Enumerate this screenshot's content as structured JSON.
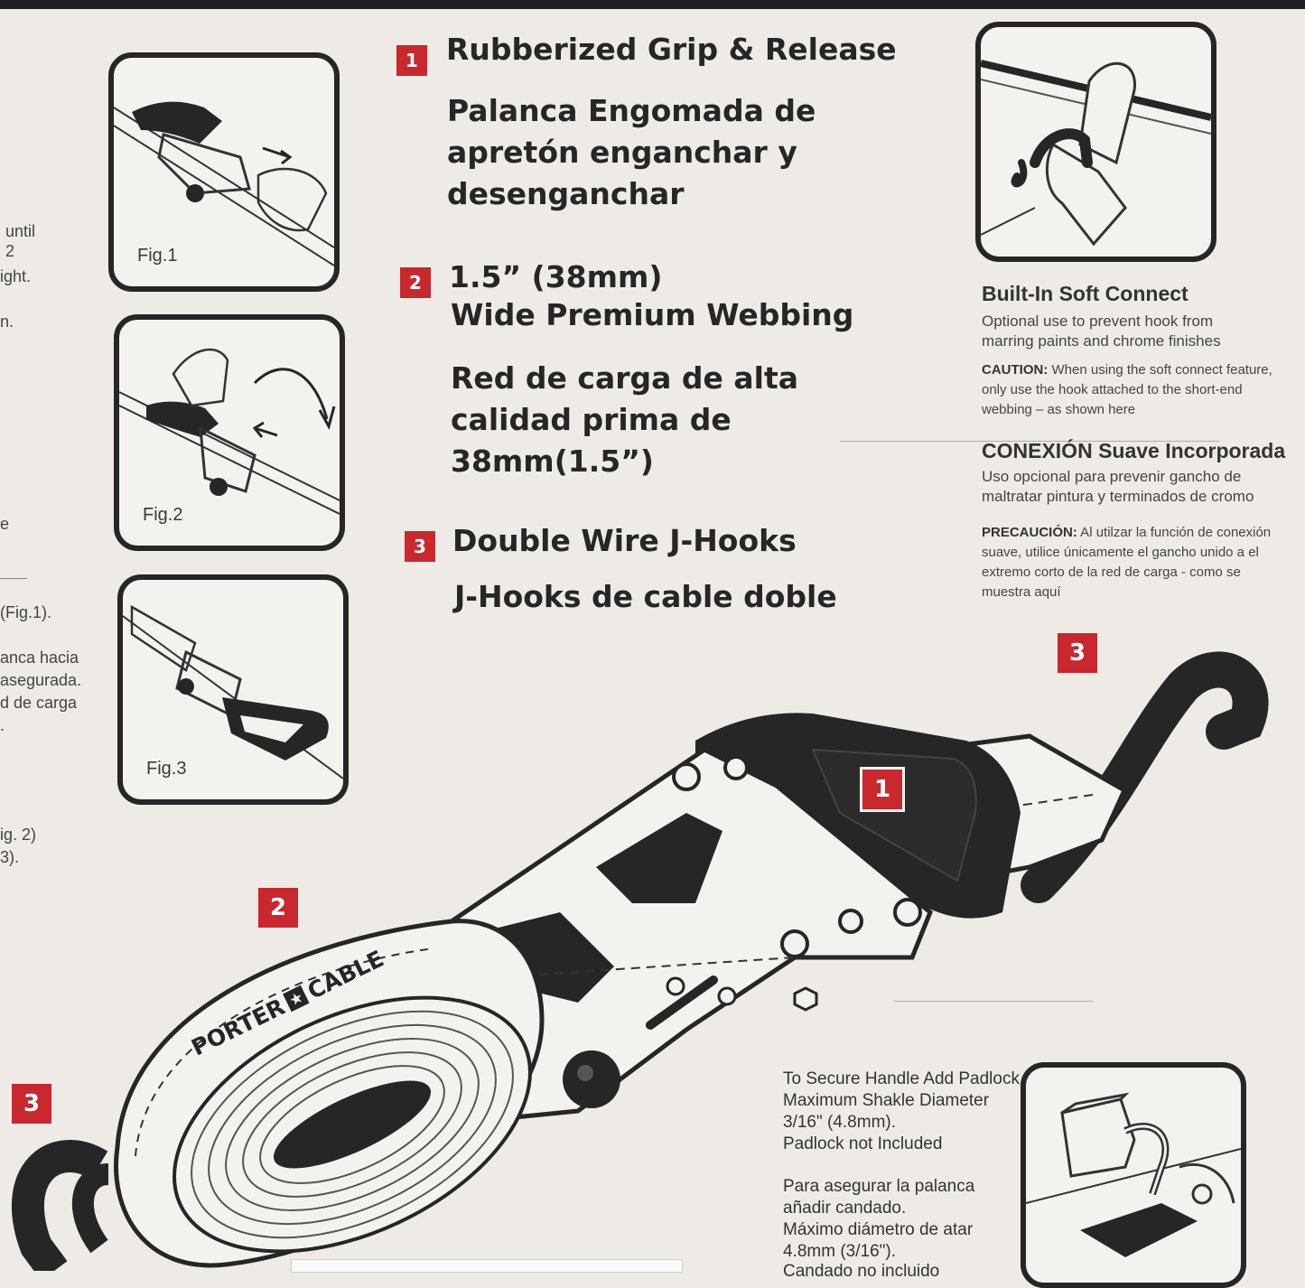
{
  "left_edge_fragments": [
    "until",
    "2",
    "ight.",
    "n.",
    "e",
    "(Fig.1).",
    "anca hacia",
    "asegurada.",
    "d de carga",
    ".",
    "ig. 2)",
    "3)."
  ],
  "figures": [
    {
      "label": "Fig.1"
    },
    {
      "label": "Fig.2"
    },
    {
      "label": "Fig.3"
    }
  ],
  "features": [
    {
      "number": "1",
      "title": "Rubberized Grip & Release",
      "spanish_lines": [
        "Palanca Engomada  de",
        "apretón enganchar y",
        "desenganchar"
      ]
    },
    {
      "number": "2",
      "title_lines": [
        "1.5” (38mm)",
        "Wide Premium Webbing"
      ],
      "spanish_lines": [
        "Red de carga de alta",
        "calidad prima de",
        "38mm(1.5”)"
      ]
    },
    {
      "number": "3",
      "title": "Double Wire J-Hooks",
      "spanish_lines": [
        "J-Hooks de cable doble"
      ]
    }
  ],
  "soft_connect": {
    "title": "Built-In Soft Connect",
    "desc_lines": [
      "Optional use to prevent hook from",
      "marring paints and chrome finishes"
    ],
    "caution_label": "CAUTION:",
    "caution_lines": [
      " When using the soft connect feature,",
      "only use the hook attached to the short-end",
      "webbing – as shown here"
    ],
    "es_title": "CONEXIÓN Suave Incorporada",
    "es_desc_lines": [
      "Uso opcional para prevenir gancho de",
      "maltratar pintura y terminados de cromo"
    ],
    "es_caution_label": "PRECAUCIÓN:",
    "es_caution_lines": [
      " Al utilzar la función de conexión",
      "suave, utilice únicamente el gancho unido a el",
      "extremo corto de la red de carga - como se",
      "muestra aquí"
    ]
  },
  "callouts": {
    "hook_top": "3",
    "handle": "1",
    "webbing": "2",
    "hook_bottom": "3"
  },
  "brand": {
    "logo_text_1": "PORTER",
    "logo_text_2": "CABLE"
  },
  "padlock": {
    "en_lines": [
      "To Secure Handle Add Padlock.",
      "Maximum Shakle Diameter",
      "3/16\" (4.8mm).",
      "Padlock not Included"
    ],
    "es_lines": [
      "Para asegurar  la palanca",
      "añadir candado.",
      "Máximo diámetro de atar",
      "4.8mm (3/16\").",
      "Candado no incluido"
    ]
  },
  "colors": {
    "badge_red": "#c8282e",
    "ink": "#262626",
    "paper": "#eeebe6"
  }
}
